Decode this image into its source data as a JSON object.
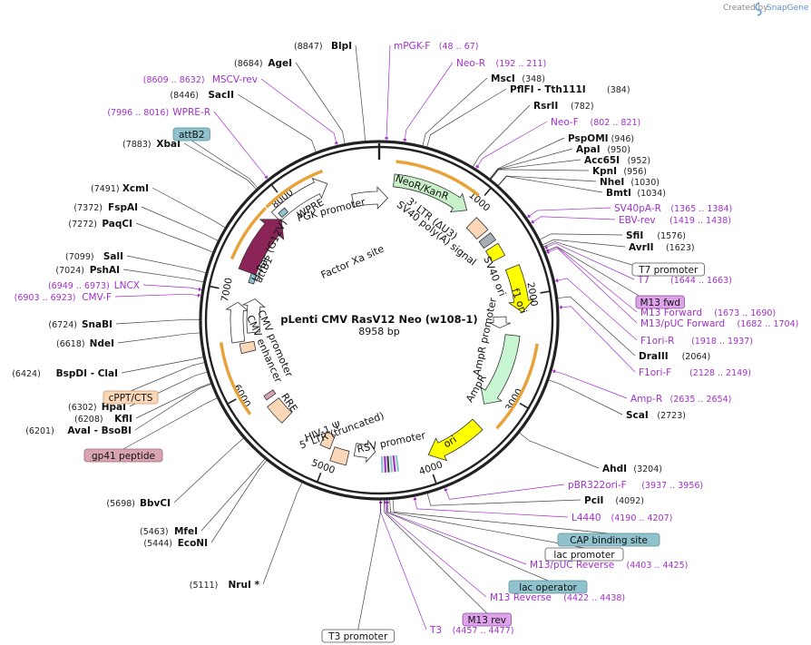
{
  "credit": {
    "created_by": "Created by",
    "brand": "SnapGene"
  },
  "plasmid": {
    "name": "pLenti CMV RasV12 Neo (w108-1)",
    "size": "8958 bp",
    "length": 8958
  },
  "ticks": [
    "1000",
    "2000",
    "3000",
    "4000",
    "5000",
    "6000",
    "7000",
    "8000"
  ],
  "sites": [
    {
      "name": "BlpI",
      "pos": "(8847)",
      "bp": 8847,
      "side": "L"
    },
    {
      "name": "AgeI",
      "pos": "(8684)",
      "bp": 8684,
      "side": "L"
    },
    {
      "name": "SacII",
      "pos": "(8446)",
      "bp": 8446,
      "side": "L"
    },
    {
      "name": "XbaI",
      "pos": "(7883)",
      "bp": 7883,
      "side": "L"
    },
    {
      "name": "XcmI",
      "pos": "(7491)",
      "bp": 7491,
      "side": "L"
    },
    {
      "name": "FspAI",
      "pos": "(7372)",
      "bp": 7372,
      "side": "L"
    },
    {
      "name": "PaqCI",
      "pos": "(7272)",
      "bp": 7272,
      "side": "L"
    },
    {
      "name": "SalI",
      "pos": "(7099)",
      "bp": 7099,
      "side": "L"
    },
    {
      "name": "PshAI",
      "pos": "(7024)",
      "bp": 7024,
      "side": "L"
    },
    {
      "name": "SnaBI",
      "pos": "(6724)",
      "bp": 6724,
      "side": "L"
    },
    {
      "name": "NdeI",
      "pos": "(6618)",
      "bp": 6618,
      "side": "L"
    },
    {
      "name": "BspDI - ClaI",
      "pos": "(6424)",
      "bp": 6424,
      "side": "L"
    },
    {
      "name": "HpaI",
      "pos": "(6302)",
      "bp": 6302,
      "side": "L"
    },
    {
      "name": "KflI",
      "pos": "(6208)",
      "bp": 6208,
      "side": "L"
    },
    {
      "name": "AvaI - BsoBI",
      "pos": "(6201)",
      "bp": 6201,
      "side": "L"
    },
    {
      "name": "BbvCI",
      "pos": "(5698)",
      "bp": 5698,
      "side": "L"
    },
    {
      "name": "MfeI",
      "pos": "(5463)",
      "bp": 5463,
      "side": "L"
    },
    {
      "name": "EcoNI",
      "pos": "(5444)",
      "bp": 5444,
      "side": "L"
    },
    {
      "name": "NruI *",
      "pos": "(5111)",
      "bp": 5111,
      "side": "L"
    },
    {
      "name": "MscI",
      "pos": "(348)",
      "bp": 348,
      "side": "R"
    },
    {
      "name": "PflFI - Tth111I",
      "pos": "(384)",
      "bp": 384,
      "side": "R"
    },
    {
      "name": "RsrII",
      "pos": "(782)",
      "bp": 782,
      "side": "R"
    },
    {
      "name": "PspOMI",
      "pos": "(946)",
      "bp": 946,
      "side": "R"
    },
    {
      "name": "ApaI",
      "pos": "(950)",
      "bp": 950,
      "side": "R"
    },
    {
      "name": "Acc65I",
      "pos": "(952)",
      "bp": 952,
      "side": "R"
    },
    {
      "name": "KpnI",
      "pos": "(956)",
      "bp": 956,
      "side": "R"
    },
    {
      "name": "NheI",
      "pos": "(1030)",
      "bp": 1030,
      "side": "R"
    },
    {
      "name": "BmtI",
      "pos": "(1034)",
      "bp": 1034,
      "side": "R"
    },
    {
      "name": "SfiI",
      "pos": "(1576)",
      "bp": 1576,
      "side": "R"
    },
    {
      "name": "AvrII",
      "pos": "(1623)",
      "bp": 1623,
      "side": "R"
    },
    {
      "name": "DraIII",
      "pos": "(2064)",
      "bp": 2064,
      "side": "R"
    },
    {
      "name": "ScaI",
      "pos": "(2723)",
      "bp": 2723,
      "side": "R"
    },
    {
      "name": "AhdI",
      "pos": "(3204)",
      "bp": 3204,
      "side": "R"
    },
    {
      "name": "PciI",
      "pos": "(4092)",
      "bp": 4092,
      "side": "R"
    }
  ],
  "primers": [
    {
      "name": "mPGK-F",
      "pos": "(48 .. 67)",
      "bp": 57
    },
    {
      "name": "Neo-R",
      "pos": "(192 .. 211)",
      "bp": 201
    },
    {
      "name": "MSCV-rev",
      "pos": "(8609 .. 8632)",
      "bp": 8620
    },
    {
      "name": "WPRE-R",
      "pos": "(7996 .. 8016)",
      "bp": 8006
    },
    {
      "name": "Neo-F",
      "pos": "(802 .. 821)",
      "bp": 811
    },
    {
      "name": "SV40pA-R",
      "pos": "(1365 .. 1384)",
      "bp": 1374
    },
    {
      "name": "EBV-rev",
      "pos": "(1419 .. 1438)",
      "bp": 1428
    },
    {
      "name": "LNCX",
      "pos": "(6949 .. 6973)",
      "bp": 6961
    },
    {
      "name": "CMV-F",
      "pos": "(6903 .. 6923)",
      "bp": 6913
    },
    {
      "name": "M13 Forward",
      "pos": "(1673 .. 1690)",
      "bp": 1681
    },
    {
      "name": "M13/pUC Forward",
      "pos": "(1682 .. 1704)",
      "bp": 1693
    },
    {
      "name": "F1ori-R",
      "pos": "(1918 .. 1937)",
      "bp": 1927
    },
    {
      "name": "F1ori-F",
      "pos": "(2128 .. 2149)",
      "bp": 2138
    },
    {
      "name": "Amp-R",
      "pos": "(2635 .. 2654)",
      "bp": 2644
    },
    {
      "name": "pBR322ori-F",
      "pos": "(3937 .. 3956)",
      "bp": 3946
    },
    {
      "name": "L4440",
      "pos": "(4190 .. 4207)",
      "bp": 4198
    },
    {
      "name": "M13/pUC Reverse",
      "pos": "(4403 .. 4425)",
      "bp": 4414
    },
    {
      "name": "M13 Reverse",
      "pos": "(4422 .. 4438)",
      "bp": 4430
    },
    {
      "name": "T3",
      "pos": "(4457 .. 4477)",
      "bp": 4467
    },
    {
      "name": "T7",
      "pos": "(1644 .. 1663)",
      "bp": 1653
    }
  ],
  "boxed_labels": [
    {
      "name": "attB2",
      "style": "teal",
      "bp": 7900
    },
    {
      "name": "T7 promoter",
      "style": "white",
      "bp": 1640
    },
    {
      "name": "M13 fwd",
      "style": "lilac",
      "bp": 1680
    },
    {
      "name": "cPPT/CTS",
      "style": "peach",
      "bp": 6380
    },
    {
      "name": "gp41 peptide",
      "style": "pink",
      "bp": 6080
    },
    {
      "name": "CAP binding site",
      "style": "teal",
      "bp": 4370
    },
    {
      "name": "lac promoter",
      "style": "white",
      "bp": 4395
    },
    {
      "name": "lac operator",
      "style": "teal",
      "bp": 4420
    },
    {
      "name": "M13 rev",
      "style": "lilac",
      "bp": 4440
    },
    {
      "name": "T3 promoter",
      "style": "white",
      "bp": 4470
    }
  ],
  "features": {
    "neo": "NeoR/KanR",
    "pgk": "PGK promoter",
    "wpre": "WPRE",
    "ltr3": "3' LTR (ΔU3)",
    "sv40pa": "SV40 poly(A) signal",
    "sv40ori": "SV40 ori",
    "f1ori": "f1 ori",
    "ampr_prom": "AmpR promoter",
    "ampr": "AmpR",
    "ori": "ori",
    "rsv": "RSV promoter",
    "ltr5": "5' LTR (truncated)",
    "psi": "HIV-1 Ψ",
    "rre": "RRE",
    "cmv_enh": "CMV enhancer",
    "cmv_prom": "CMV promoter",
    "attb1": "attB1",
    "hras": "H-Ras (G12V)",
    "factor_xa": "Factor Xa site"
  },
  "colors": {
    "backbone": "#222222",
    "primer": "#a030c8",
    "orf_orange": "#e8a23a",
    "neo": "#c8f0c8",
    "ampr": "#c8f5d2",
    "ori_yellow": "#ffff00",
    "hras": "#8b2457",
    "peach": "#fbd7b7",
    "teal_box": "#8fc2cc",
    "lilac_box": "#dca3ea",
    "pink_box": "#d8a4b0"
  }
}
